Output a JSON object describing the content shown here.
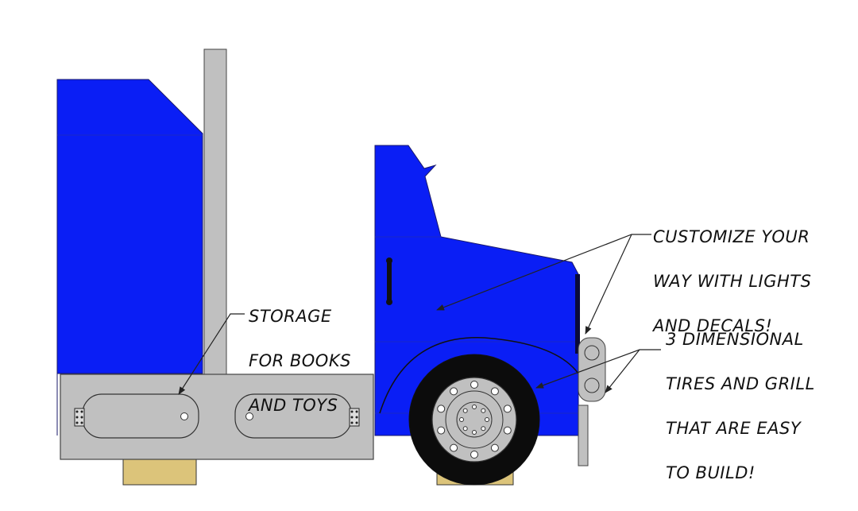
{
  "colors": {
    "body_blue": "#0a1ef5",
    "steel_gray": "#c0c0c0",
    "wood_tan": "#dcc47a",
    "tire_black": "#0c0c0c",
    "outline": "#222222"
  },
  "callouts": {
    "customize": {
      "lines": [
        "CUSTOMIZE YOUR",
        "WAY WITH LIGHTS",
        "AND DECALS!"
      ]
    },
    "tires": {
      "lines": [
        "3 DIMENSIONAL",
        "TIRES AND GRILL",
        "THAT ARE EASY",
        "TO BUILD!"
      ]
    },
    "storage": {
      "lines": [
        "STORAGE",
        "FOR BOOKS",
        "AND TOYS"
      ]
    }
  }
}
